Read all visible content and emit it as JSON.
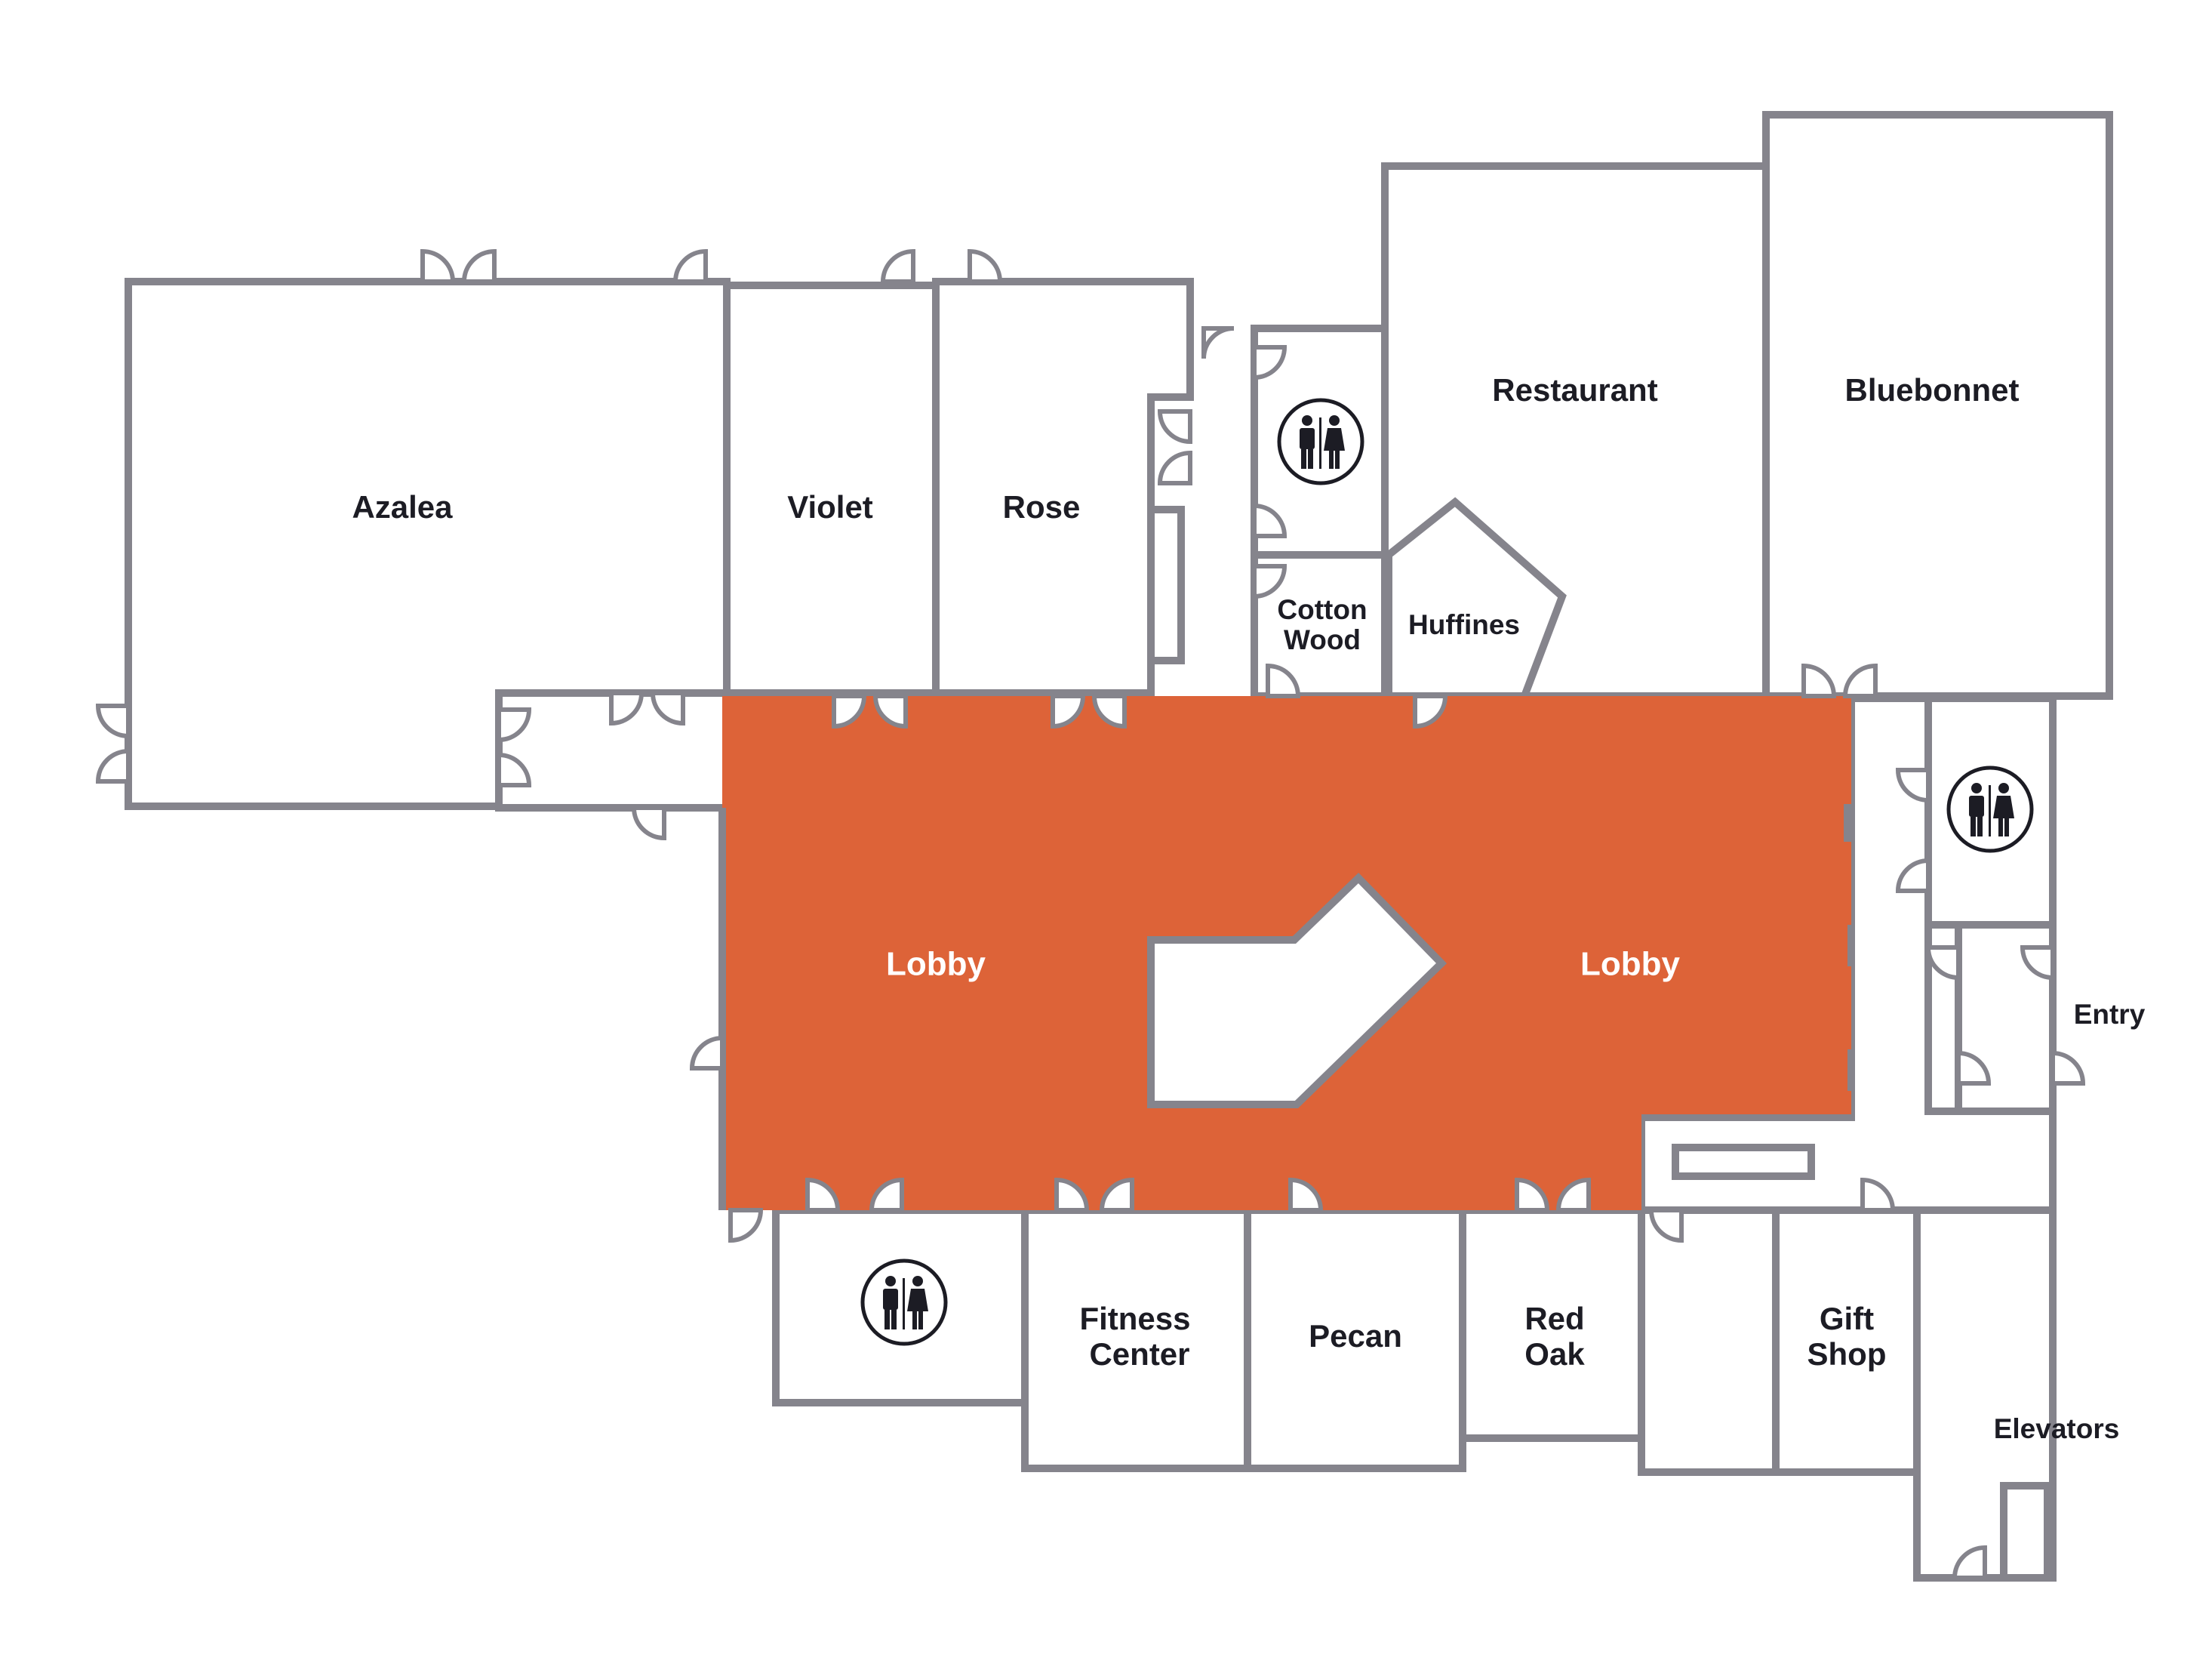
{
  "colors": {
    "wall": "#85848c",
    "lobby": "#dd6338",
    "label_dark": "#1c1c24",
    "label_light": "#ffffff",
    "background": "#ffffff"
  },
  "rooms": {
    "azalea": "Azalea",
    "violet": "Violet",
    "rose": "Rose",
    "restaurant": "Restaurant",
    "bluebonnet": "Bluebonnet",
    "cotton_wood": [
      "Cotton",
      "Wood"
    ],
    "huffines": "Huffines",
    "lobby_left": "Lobby",
    "lobby_right": "Lobby",
    "entry": "Entry",
    "fitness_center": [
      "Fitness",
      "Center"
    ],
    "pecan": "Pecan",
    "red_oak": [
      "Red",
      "Oak"
    ],
    "gift_shop": [
      "Gift",
      "Shop"
    ],
    "elevators": "Elevators"
  },
  "icons": {
    "restroom_top": "restroom-icon",
    "restroom_right": "restroom-icon",
    "restroom_bottom": "restroom-icon"
  }
}
